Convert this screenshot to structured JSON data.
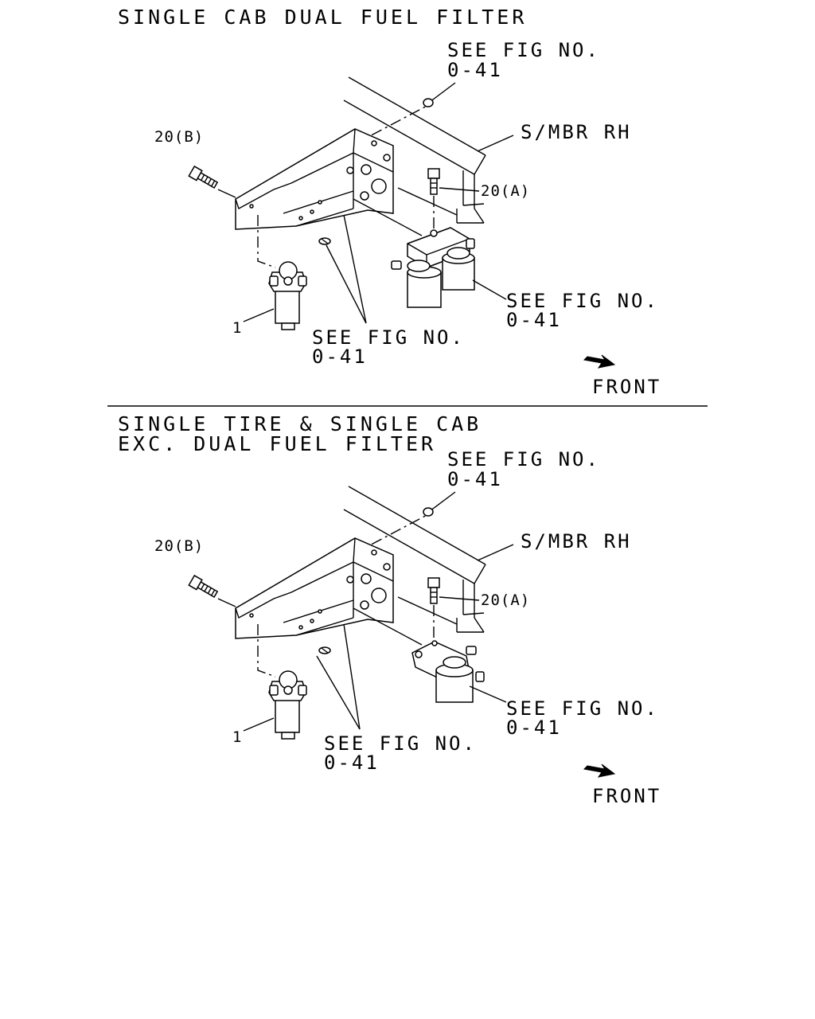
{
  "sections": [
    {
      "title_lines": [
        "SINGLE CAB DUAL FUEL FILTER"
      ],
      "labels": {
        "ref_top": [
          "SEE FIG NO.",
          "0-41"
        ],
        "member": "S/MBR RH",
        "bolt_b": "20(B)",
        "bolt_a": "20(A)",
        "ref_filter": [
          "SEE FIG NO.",
          "0-41"
        ],
        "ref_bottom": [
          "SEE FIG NO.",
          "0-41"
        ],
        "part_1": "1",
        "front": "FRONT"
      }
    },
    {
      "title_lines": [
        "SINGLE TIRE & SINGLE CAB",
        "EXC. DUAL FUEL FILTER"
      ],
      "labels": {
        "ref_top": [
          "SEE FIG NO.",
          "0-41"
        ],
        "member": "S/MBR RH",
        "bolt_b": "20(B)",
        "bolt_a": "20(A)",
        "ref_filter": [
          "SEE FIG NO.",
          "0-41"
        ],
        "ref_bottom": [
          "SEE FIG NO.",
          "0-41"
        ],
        "part_1": "1",
        "front": "FRONT"
      }
    }
  ]
}
